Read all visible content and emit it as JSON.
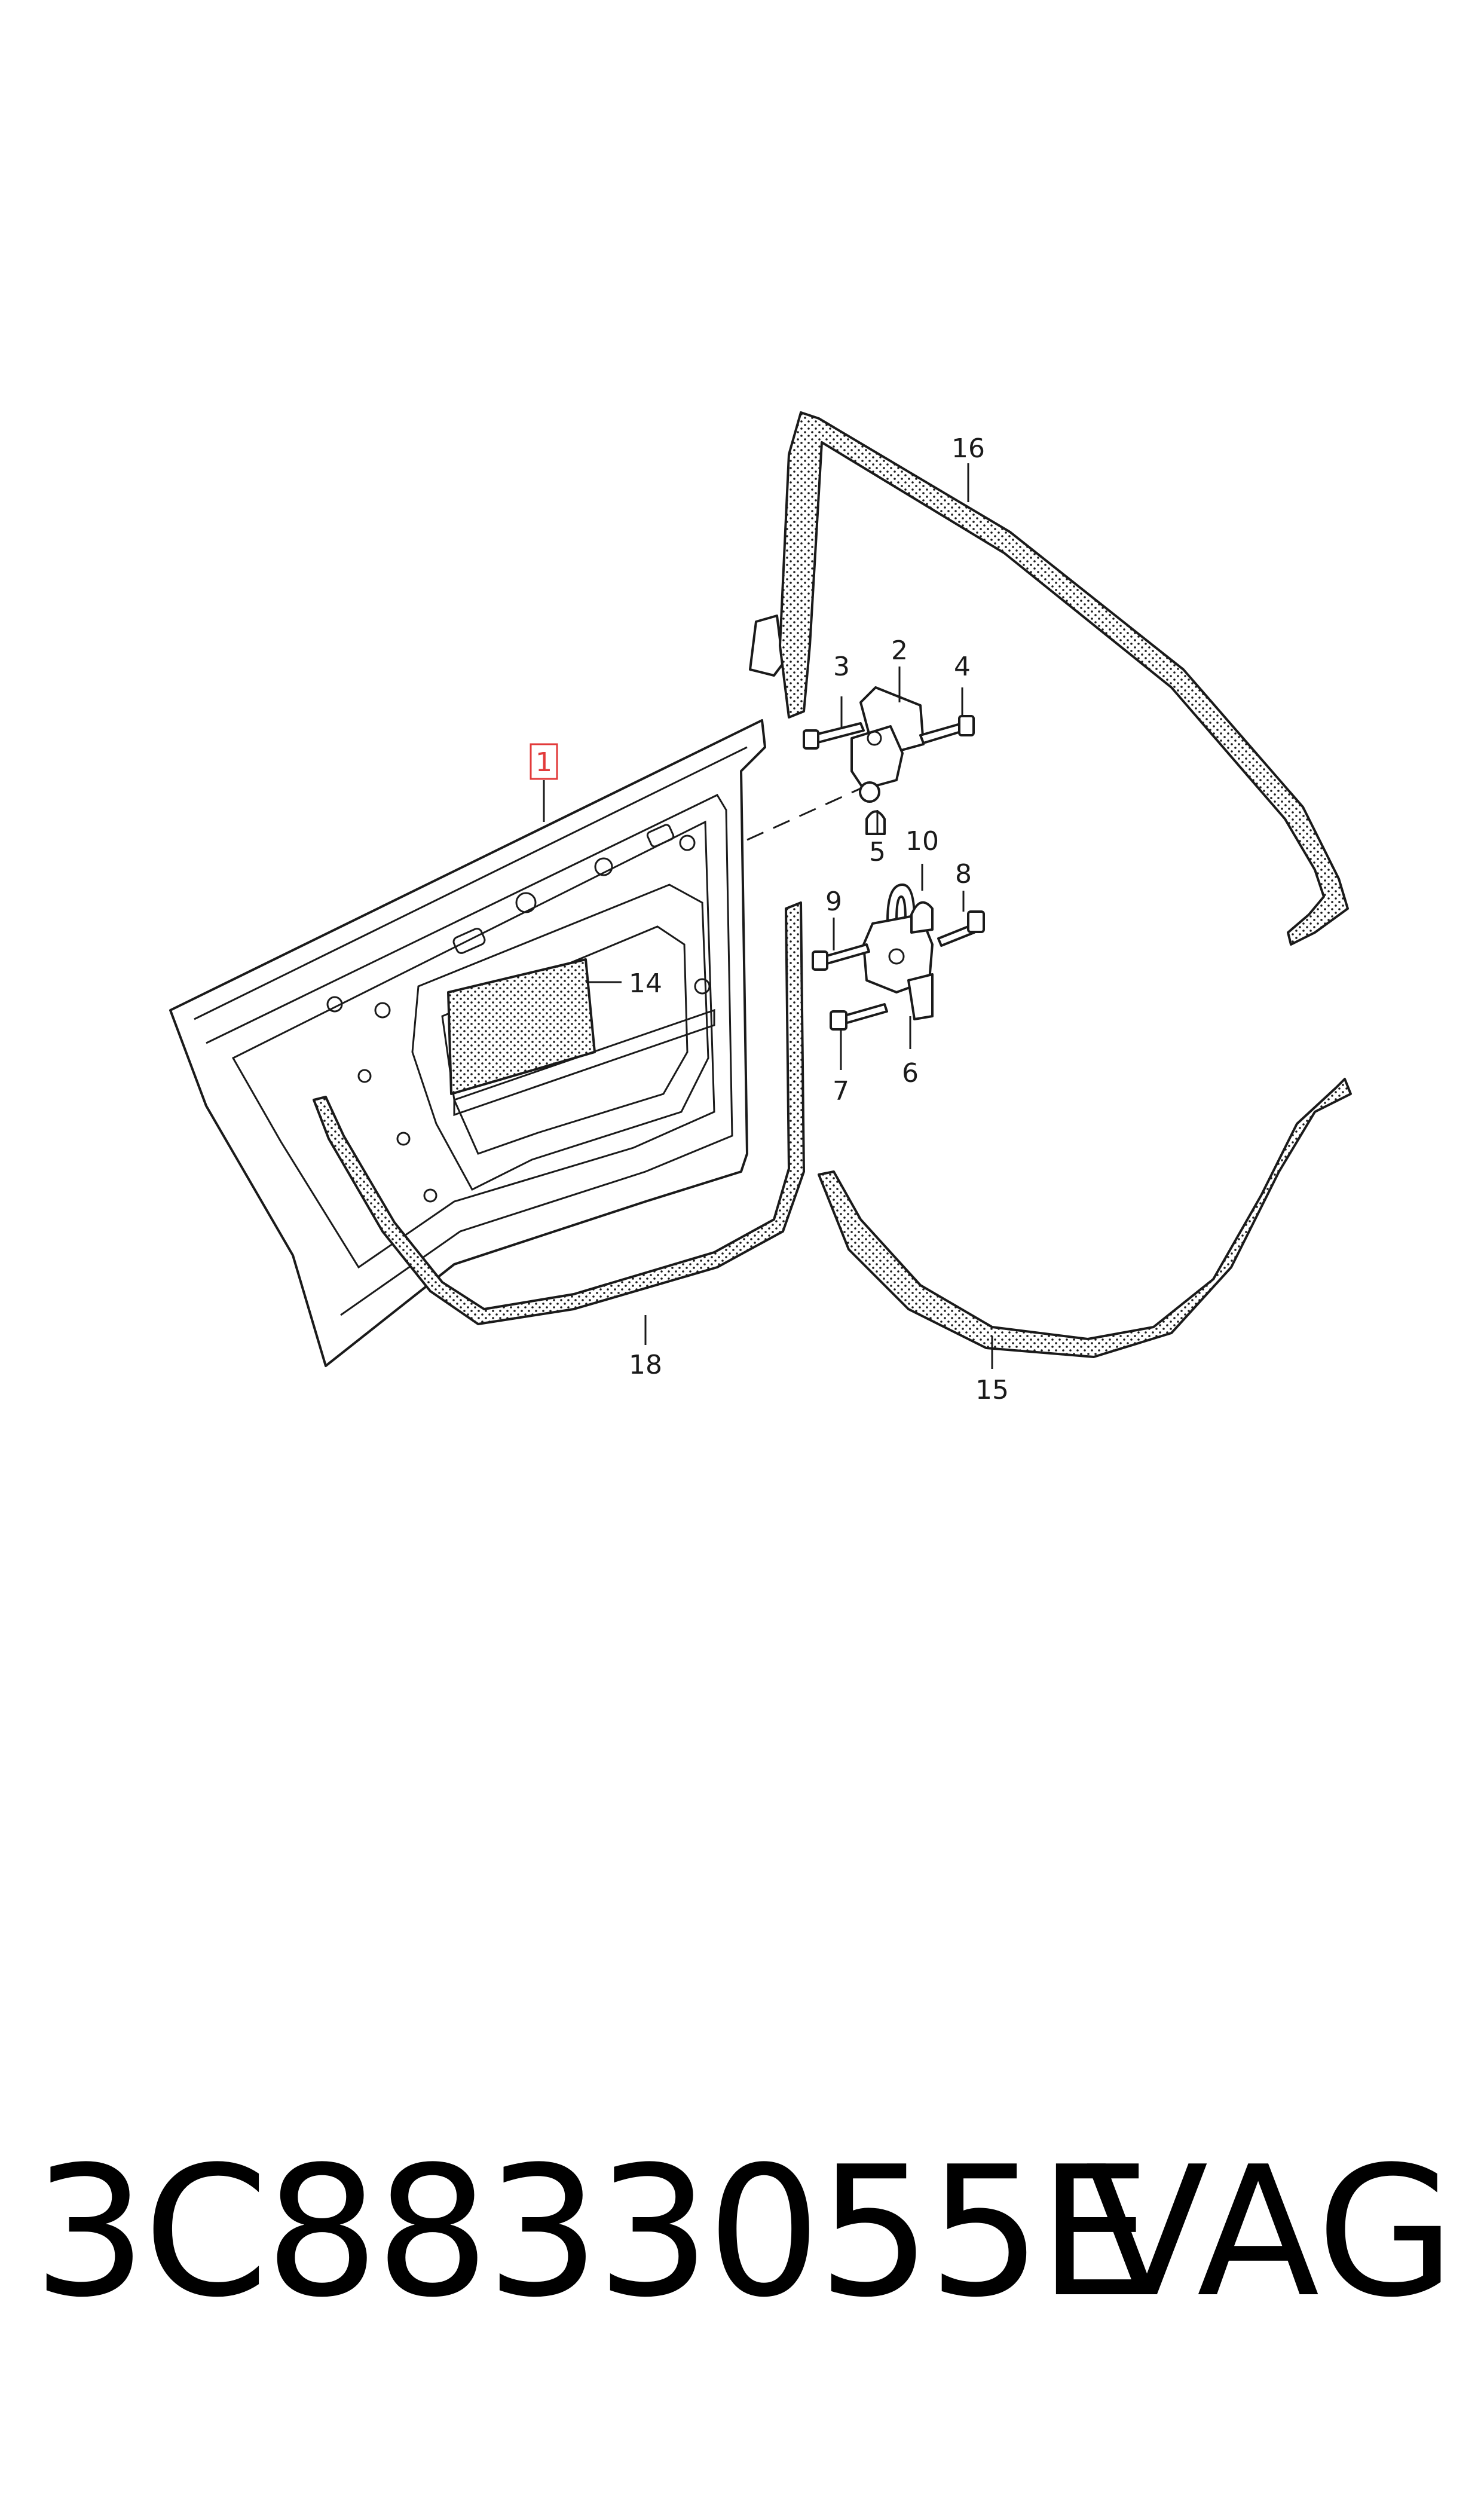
{
  "diagram": {
    "callouts": [
      {
        "id": "c1",
        "text": "1",
        "highlighted": true
      },
      {
        "id": "c2",
        "text": "2"
      },
      {
        "id": "c3",
        "text": "3"
      },
      {
        "id": "c4",
        "text": "4"
      },
      {
        "id": "c5",
        "text": "5"
      },
      {
        "id": "c6",
        "text": "6"
      },
      {
        "id": "c7",
        "text": "7"
      },
      {
        "id": "c8",
        "text": "8"
      },
      {
        "id": "c9",
        "text": "9"
      },
      {
        "id": "c10",
        "text": "10"
      },
      {
        "id": "c14",
        "text": "14"
      },
      {
        "id": "c15",
        "text": "15"
      },
      {
        "id": "c16",
        "text": "16"
      },
      {
        "id": "c18",
        "text": "18"
      }
    ],
    "highlight_color": "#e23a3a"
  },
  "footer": {
    "part_number": "3C8833055E",
    "brand": "VAG"
  }
}
